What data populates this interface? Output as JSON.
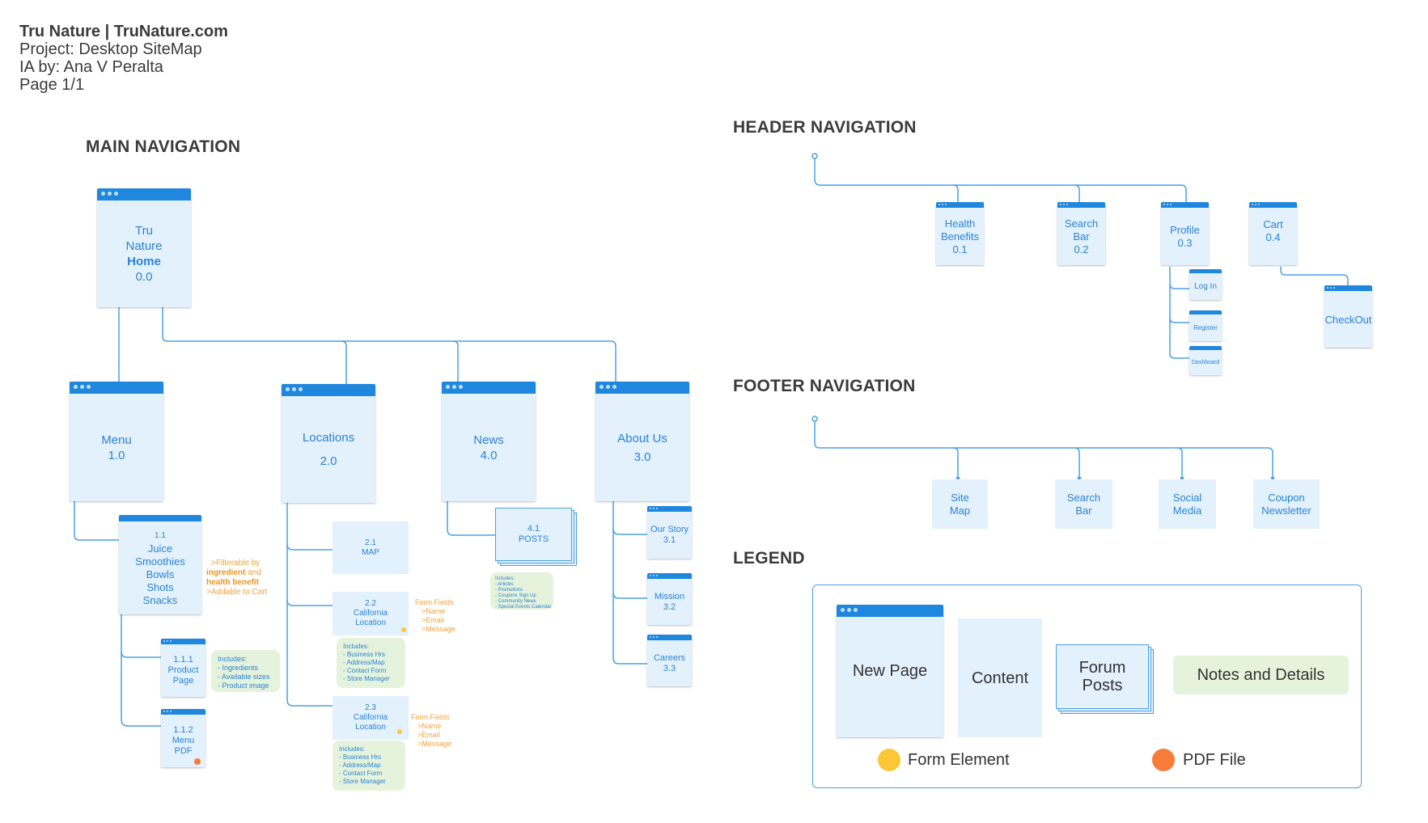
{
  "header": {
    "title": "Tru Nature | TruNature.com",
    "project": "Project: Desktop SiteMap",
    "ia_by": "IA by: Ana V Peralta",
    "page": "Page 1/1"
  },
  "sections": {
    "main": "MAIN NAVIGATION",
    "header_nav": "HEADER NAVIGATION",
    "footer_nav": "FOOTER NAVIGATION",
    "legend": "LEGEND"
  },
  "main_nav": {
    "home": {
      "line1": "Tru",
      "line2": "Nature",
      "line3": "Home",
      "num": "0.0"
    },
    "menu": {
      "label": "Menu",
      "num": "1.0"
    },
    "locations": {
      "label": "Locations",
      "num": "2.0"
    },
    "news": {
      "label": "News",
      "num": "4.0"
    },
    "about": {
      "label": "About Us",
      "num": "3.0"
    },
    "menu_sub": {
      "num": "1.1",
      "items": [
        "Juice",
        "Smoothies",
        "Bowls",
        "Shots",
        "Snacks"
      ],
      "note": {
        "l1": ">Filterable by",
        "l2a": "ingredient",
        "l2b": " and",
        "l3": "health benefit",
        "l4": ">Addable to Cart"
      }
    },
    "product_page": {
      "num": "1.1.1",
      "l1": "Product",
      "l2": "Page",
      "note": [
        "Includes:",
        "- Ingredients",
        "- Available sizes",
        "- Product image"
      ]
    },
    "menu_pdf": {
      "num": "1.1.2",
      "l1": "Menu",
      "l2": "PDF"
    },
    "map": {
      "num": "2.1",
      "label": "MAP"
    },
    "loc_22": {
      "num": "2.2",
      "l1": "California",
      "l2": "Location",
      "form": [
        " Form Fields",
        ">Name",
        ">Email",
        ">Message"
      ],
      "note": [
        "Includes:",
        "- Business Hrs",
        "- Address/Map",
        "- Contact Form",
        "- Store Manager"
      ]
    },
    "loc_23": {
      "num": "2.3",
      "l1": "California",
      "l2": "Location",
      "form": [
        " Form Fields",
        ">Name",
        ">Email",
        ">Message"
      ],
      "note": [
        "Includes:",
        "- Business Hrs",
        "- Address/Map",
        "- Contact Form",
        "- Store Manager"
      ]
    },
    "posts": {
      "num": "4.1",
      "label": "POSTS",
      "note": [
        "Includes:",
        "- Articles",
        "- Promotions",
        "- Coupons Sign Up",
        "- Community News",
        "- Special Events Calendar"
      ]
    },
    "our_story": {
      "label": "Our Story",
      "num": "3.1"
    },
    "mission": {
      "label": "Mission",
      "num": "3.2"
    },
    "careers": {
      "label": "Careers",
      "num": "3.3"
    }
  },
  "header_nav": {
    "health": {
      "l1": "Health",
      "l2": "Benefits",
      "num": "0.1"
    },
    "search": {
      "l1": "Search",
      "l2": "Bar",
      "num": "0.2"
    },
    "profile": {
      "label": "Profile",
      "num": "0.3"
    },
    "cart": {
      "label": "Cart",
      "num": "0.4"
    },
    "login": "Log In",
    "register": "Register",
    "dashboard": "Dashboard",
    "checkout": "CheckOut"
  },
  "footer_nav": {
    "sitemap": {
      "l1": "Site",
      "l2": "Map"
    },
    "search": {
      "l1": "Search",
      "l2": "Bar"
    },
    "social": {
      "l1": "Social",
      "l2": "Media"
    },
    "coupon": {
      "l1": "Coupon",
      "l2": "Newsletter"
    }
  },
  "legend": {
    "new_page": "New Page",
    "content": "Content",
    "forum1": "Forum",
    "forum2": "Posts",
    "notes": "Notes and Details",
    "form_element": "Form Element",
    "pdf_file": "PDF File"
  },
  "colors": {
    "page_header": "#1f87dd",
    "page_fill": "#e3f1fd",
    "connector": "#4aa0e6",
    "note_fill": "#e6f3dc",
    "form_dot": "#fcc737",
    "pdf_dot": "#f77c3a",
    "annotation": "#f2a33a"
  }
}
